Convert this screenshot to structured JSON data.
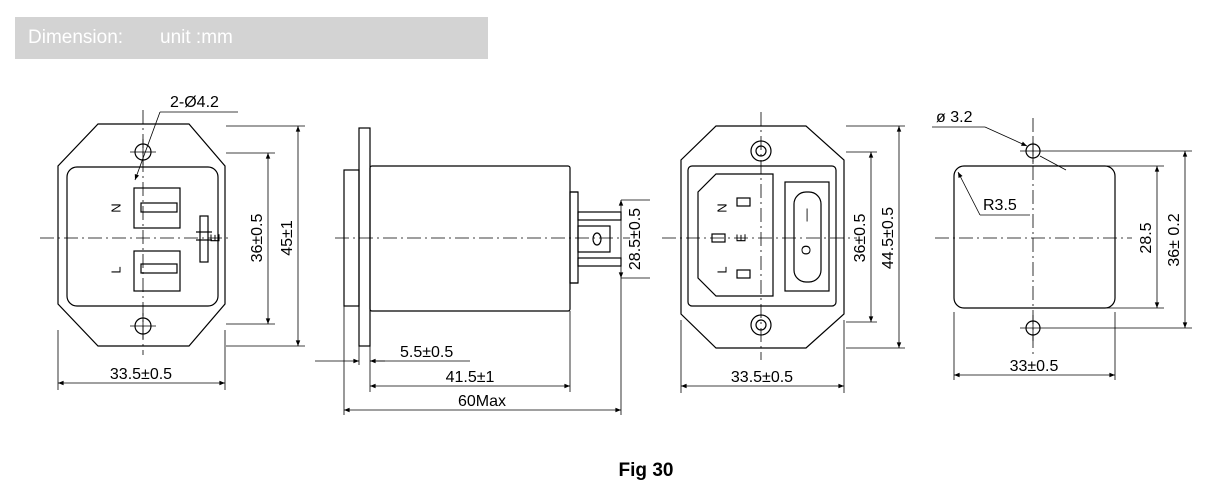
{
  "header": {
    "dimension_label": "Dimension:",
    "unit_label": "unit :mm"
  },
  "caption": "Fig 30",
  "front_view": {
    "holes": "2-Ø4.2",
    "width": "33.5±0.5",
    "height_inner": "36±0.5",
    "height_outer": "45±1",
    "terminal_n": "N",
    "terminal_l": "L",
    "terminal_e": "E"
  },
  "side_view": {
    "flange": "5.5±0.5",
    "body_length": "41.5±1",
    "total_length": "60Max",
    "terminal_span": "28.5±0.5"
  },
  "inlet_view": {
    "width": "33.5±0.5",
    "height_inner": "36±0.5",
    "height_outer": "44.5±0.5",
    "terminal_n": "N",
    "terminal_l": "L",
    "terminal_e": "E",
    "switch_on": "—",
    "switch_off": "O"
  },
  "cutout_view": {
    "hole": "ø 3.2",
    "radius": "R3.5",
    "width": "33±0.5",
    "height": "28.5",
    "hole_spacing": "36± 0.2"
  }
}
